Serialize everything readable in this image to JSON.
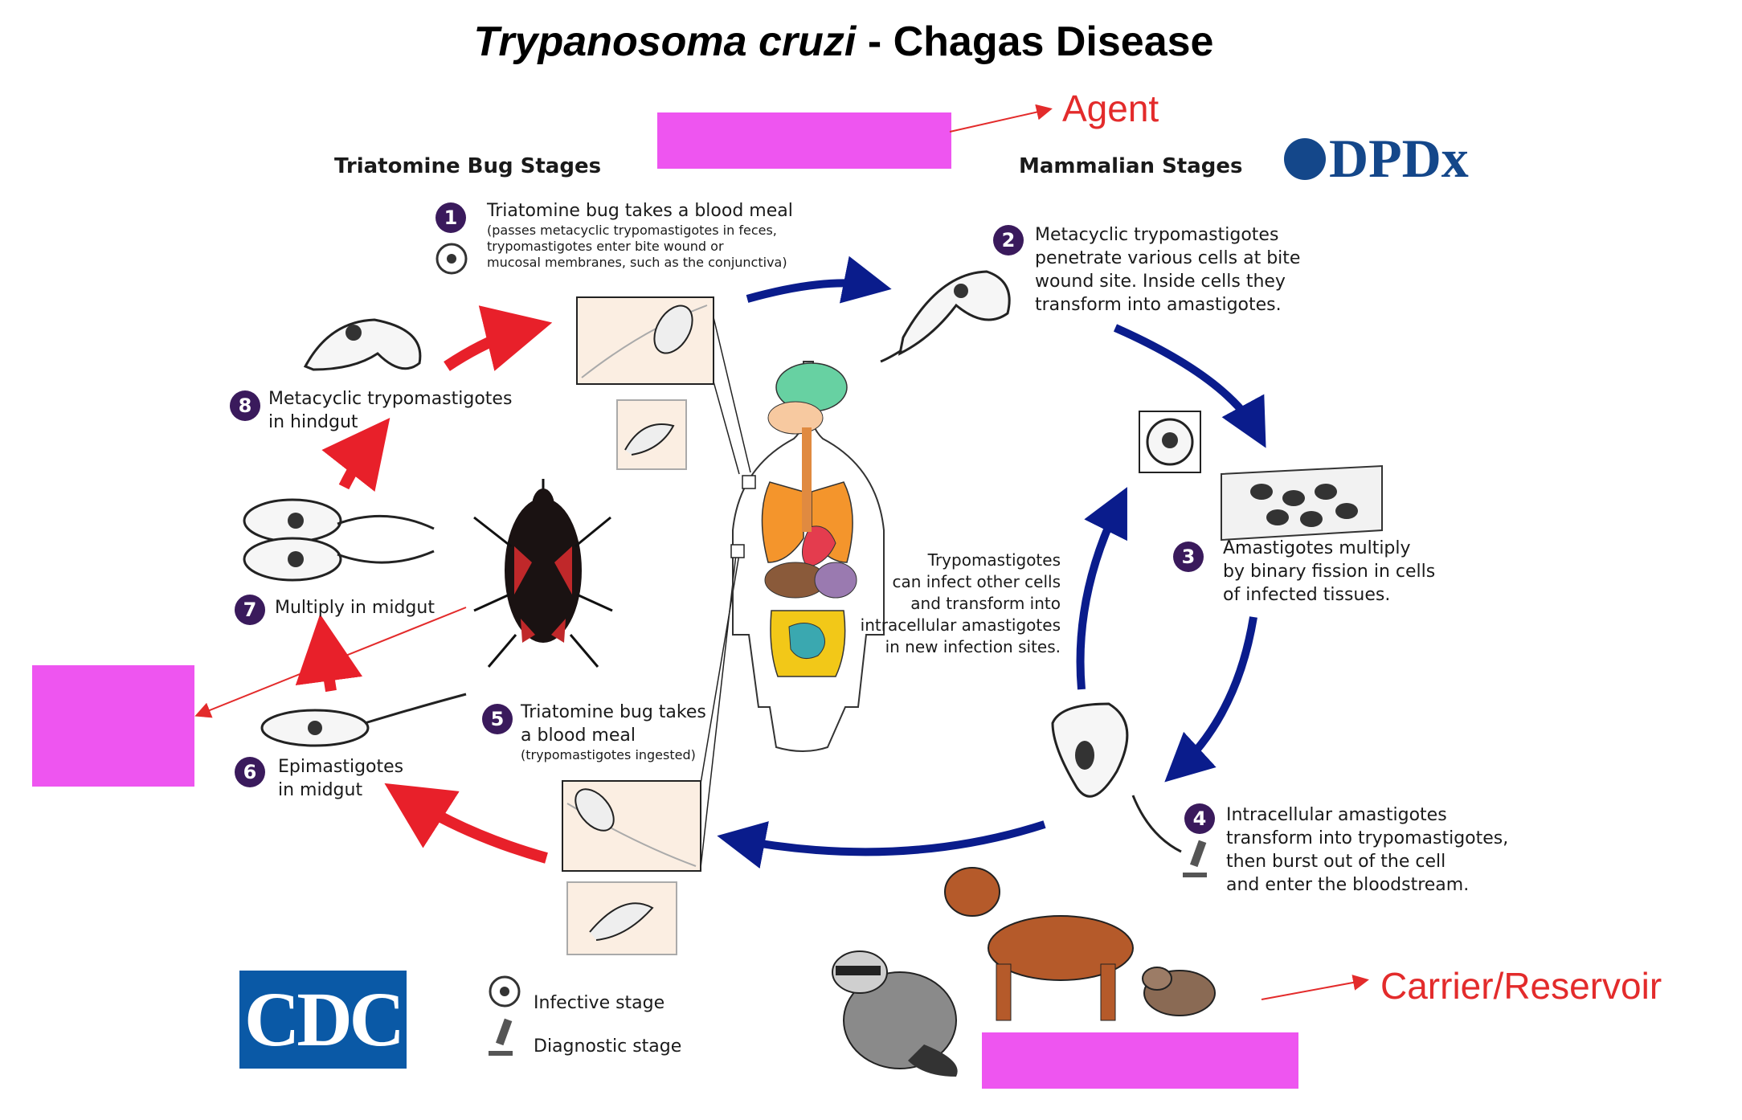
{
  "title": {
    "italic": "Trypanosoma cruzi",
    "rest": " - Chagas Disease"
  },
  "labels": {
    "agent": "Agent",
    "carrier": "Carrier/Reservoir"
  },
  "headings": {
    "bug_stages": "Triatomine Bug Stages",
    "mammalian_stages": "Mammalian Stages"
  },
  "logos": {
    "dpdx": "DPDx",
    "cdc": "CDC"
  },
  "steps": [
    {
      "num": "1",
      "line1": "Triatomine bug takes a blood meal",
      "small1": "(passes metacyclic trypomastigotes in feces,",
      "small2": "trypomastigotes enter bite wound or",
      "small3": "mucosal membranes, such as the conjunctiva)"
    },
    {
      "num": "2",
      "line1": "Metacyclic trypomastigotes",
      "line2": "penetrate various cells at bite",
      "line3": "wound site.  Inside cells they",
      "line4": "transform into amastigotes."
    },
    {
      "num": "3",
      "line1": "Amastigotes multiply",
      "line2": "by binary fission in cells",
      "line3": "of infected tissues."
    },
    {
      "num": "4",
      "line1": "Intracellular amastigotes",
      "line2": "transform into trypomastigotes,",
      "line3": "then burst out of the cell",
      "line4": "and enter the bloodstream."
    },
    {
      "num": "5",
      "line1": "Triatomine bug takes",
      "line2": "a blood meal",
      "small1": "(trypomastigotes ingested)"
    },
    {
      "num": "6",
      "line1": "Epimastigotes",
      "line2": "in midgut"
    },
    {
      "num": "7",
      "line1": "Multiply in midgut"
    },
    {
      "num": "8",
      "line1": "Metacyclic trypomastigotes",
      "line2": "in hindgut"
    }
  ],
  "center_note": {
    "line1": "Trypomastigotes",
    "line2": "can infect other cells",
    "line3": "and transform into",
    "line4": "intracellular amastigotes",
    "line5": "in new infection sites."
  },
  "legend": {
    "infective": "Infective stage",
    "diagnostic": "Diagnostic stage"
  },
  "colors": {
    "bug_arrow": "#e8202a",
    "mammal_arrow": "#0a1c8c",
    "annotation_red": "#e32b2b",
    "redaction": "#ee55f0",
    "step_badge": "#3a1a5c"
  }
}
